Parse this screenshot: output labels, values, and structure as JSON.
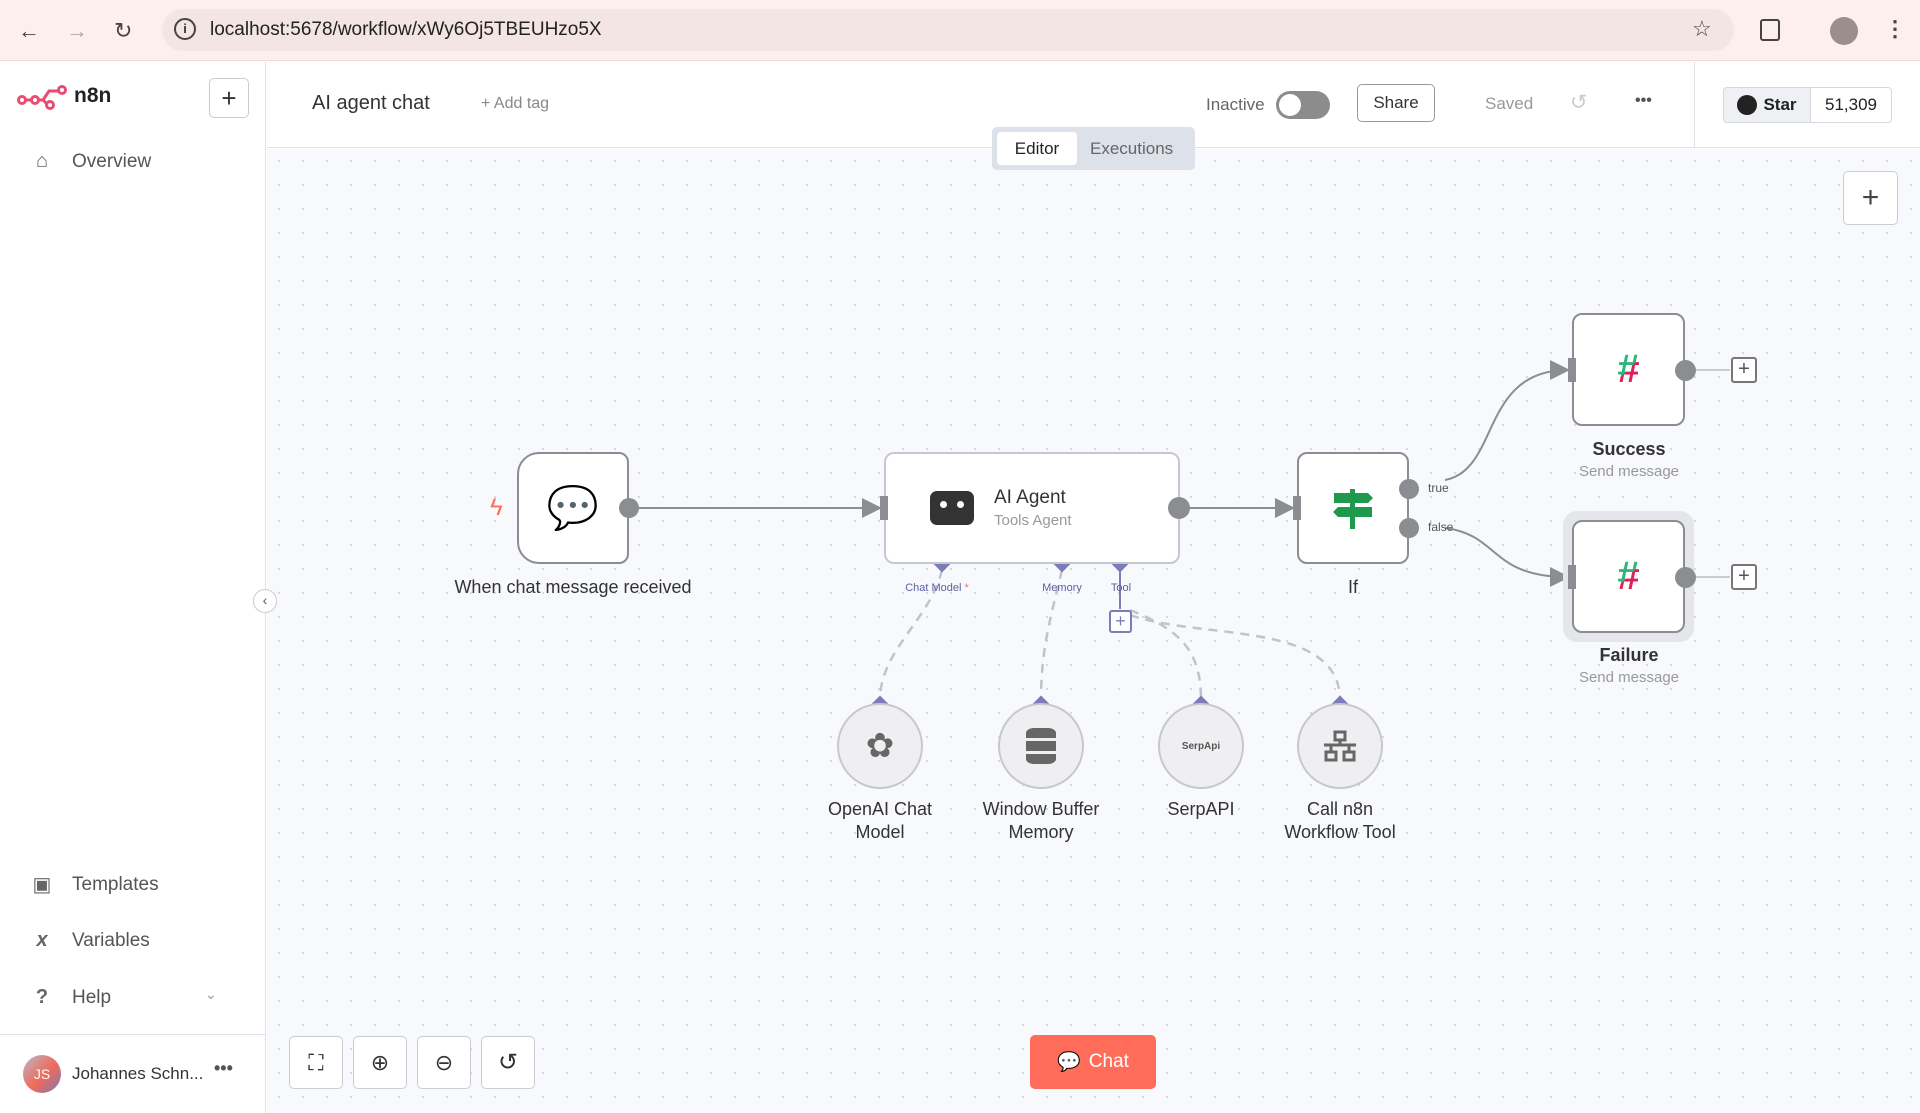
{
  "browser": {
    "url": "localhost:5678/workflow/xWy6Oj5TBEUHzo5X"
  },
  "sidebar": {
    "brand": "n8n",
    "items": [
      {
        "label": "Overview",
        "icon": "home-icon"
      },
      {
        "label": "Templates",
        "icon": "box-icon"
      },
      {
        "label": "Variables",
        "icon": "variable-x-icon"
      },
      {
        "label": "Help",
        "icon": "question-icon"
      }
    ],
    "user": {
      "name": "Johannes Schn...",
      "initials": "JS"
    }
  },
  "header": {
    "title": "AI agent chat",
    "add_tag": "+ Add tag",
    "status": "Inactive",
    "active": false,
    "share": "Share",
    "saved": "Saved",
    "github_star": "Star",
    "star_count": "51,309",
    "tabs": [
      {
        "label": "Editor",
        "active": true
      },
      {
        "label": "Executions",
        "active": false
      }
    ]
  },
  "nodes": {
    "trigger": {
      "label": "When chat message received"
    },
    "agent": {
      "title": "AI Agent",
      "subtitle": "Tools Agent",
      "ports": {
        "chat_model": "Chat Model",
        "required": "*",
        "memory": "Memory",
        "tool": "Tool"
      }
    },
    "if": {
      "label": "If",
      "true_label": "true",
      "false_label": "false"
    },
    "success": {
      "title": "Success",
      "subtitle": "Send message"
    },
    "failure": {
      "title": "Failure",
      "subtitle": "Send message"
    },
    "openai": {
      "label": "OpenAI Chat Model"
    },
    "memory": {
      "label": "Window Buffer Memory"
    },
    "serpapi": {
      "label": "SerpAPI",
      "logo_text": "SerpApi"
    },
    "workflow_tool": {
      "label": "Call n8n Workflow Tool"
    }
  },
  "footer": {
    "chat": "Chat"
  },
  "colors": {
    "accent": "#ff6d5a",
    "brand": "#ea4b71",
    "port": "#7c7cb8",
    "if_green": "#1f9a4d"
  }
}
